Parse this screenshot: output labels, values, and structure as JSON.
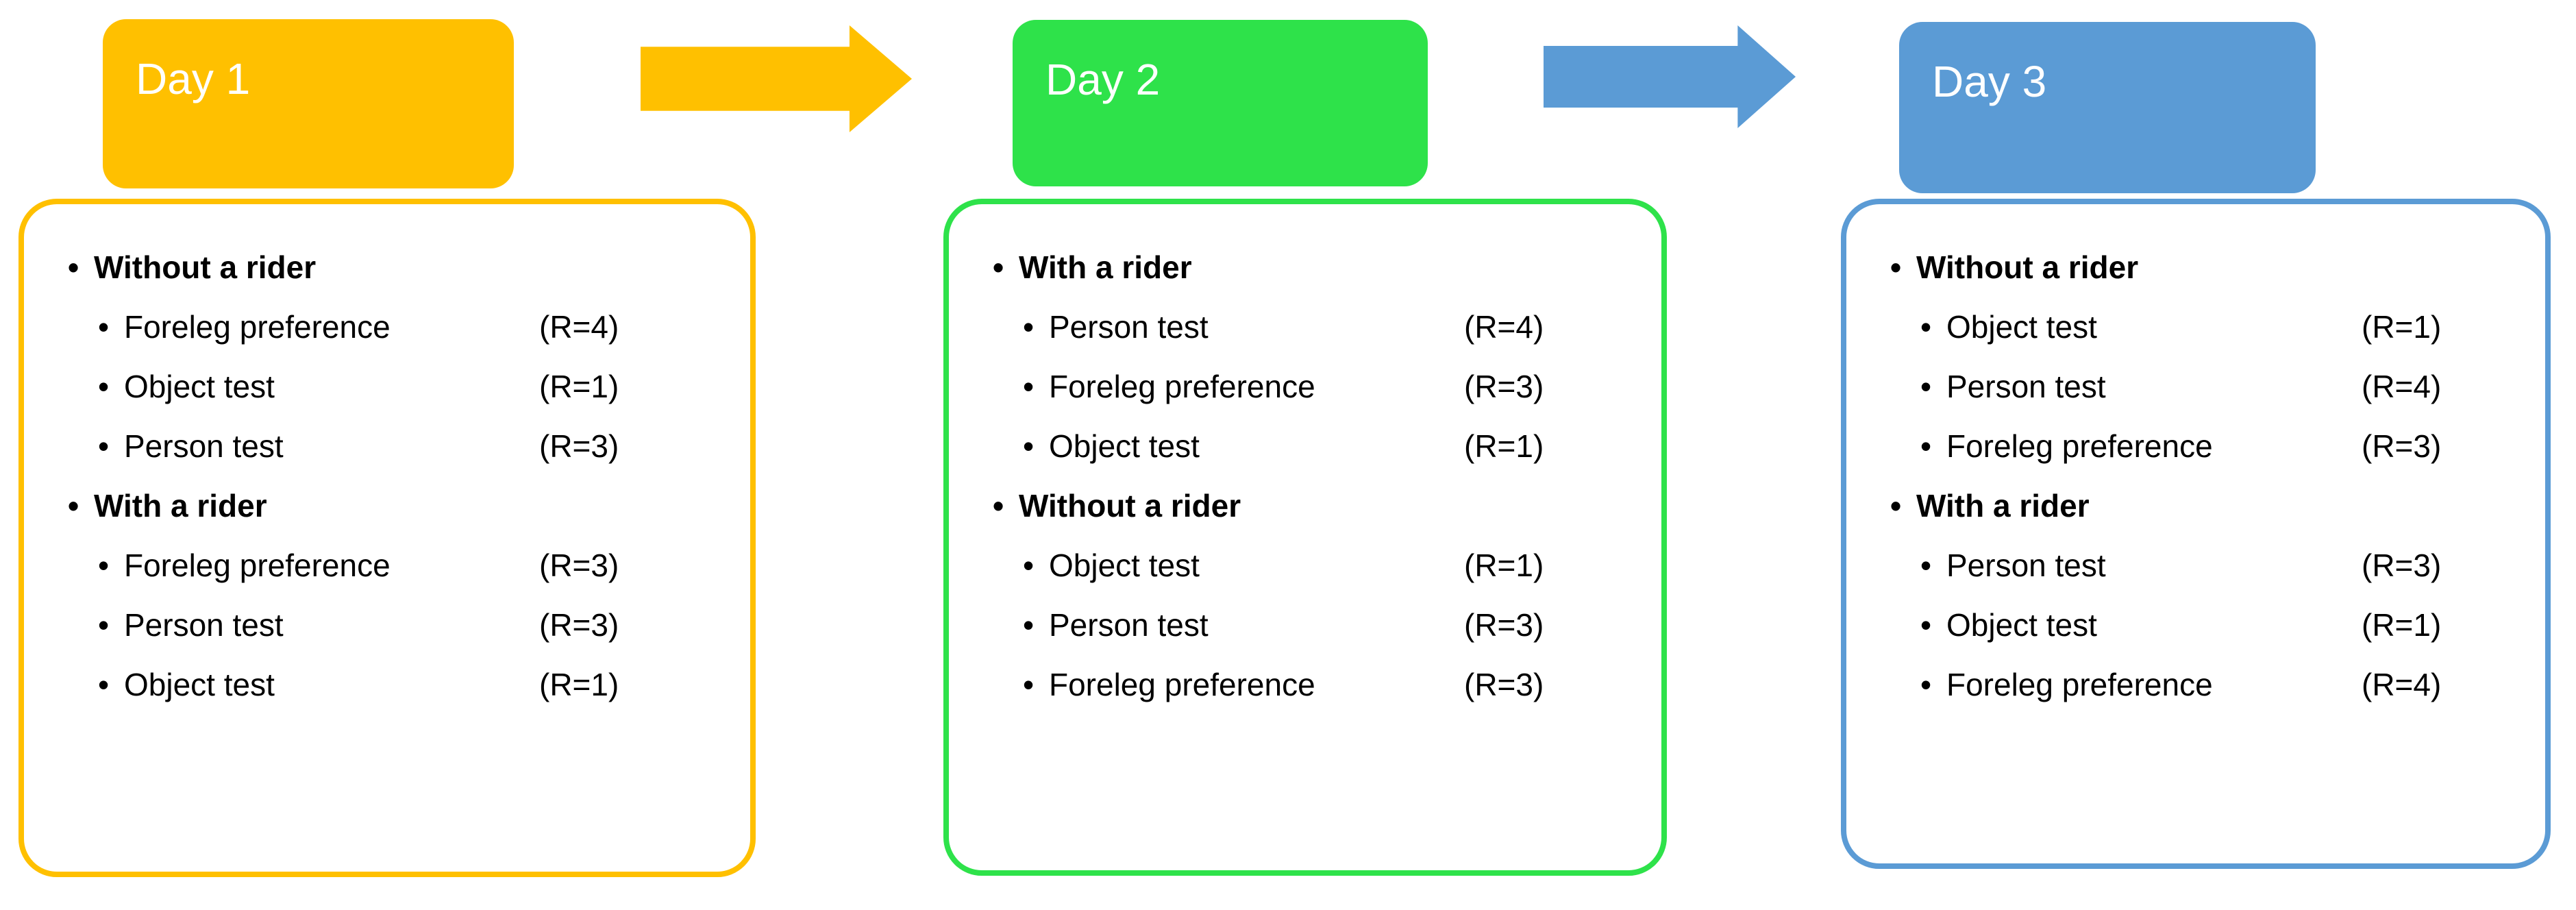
{
  "bullet": "•",
  "days": [
    {
      "label": "Day 1",
      "color": "#FFC000",
      "groups": [
        {
          "heading": "Without a rider",
          "items": [
            {
              "label": "Foreleg preference",
              "rank": "(R=4)"
            },
            {
              "label": "Object test",
              "rank": "(R=1)"
            },
            {
              "label": "Person test",
              "rank": "(R=3)"
            }
          ]
        },
        {
          "heading": "With a rider",
          "items": [
            {
              "label": "Foreleg preference",
              "rank": "(R=3)"
            },
            {
              "label": "Person test",
              "rank": "(R=3)"
            },
            {
              "label": "Object test",
              "rank": "(R=1)"
            }
          ]
        }
      ]
    },
    {
      "label": "Day 2",
      "color": "#2EE24A",
      "groups": [
        {
          "heading": "With a rider",
          "items": [
            {
              "label": "Person test",
              "rank": "(R=4)"
            },
            {
              "label": "Foreleg preference",
              "rank": "(R=3)"
            },
            {
              "label": "Object test",
              "rank": "(R=1)"
            }
          ]
        },
        {
          "heading": "Without a rider",
          "items": [
            {
              "label": "Object test",
              "rank": "(R=1)"
            },
            {
              "label": "Person test",
              "rank": "(R=3)"
            },
            {
              "label": "Foreleg preference",
              "rank": "(R=3)"
            }
          ]
        }
      ]
    },
    {
      "label": "Day 3",
      "color": "#5B9BD5",
      "groups": [
        {
          "heading": "Without a rider",
          "items": [
            {
              "label": "Object test",
              "rank": "(R=1)"
            },
            {
              "label": "Person test",
              "rank": "(R=4)"
            },
            {
              "label": "Foreleg preference",
              "rank": "(R=3)"
            }
          ]
        },
        {
          "heading": "With a rider",
          "items": [
            {
              "label": "Person test",
              "rank": "(R=3)"
            },
            {
              "label": "Object test",
              "rank": "(R=1)"
            },
            {
              "label": "Foreleg preference",
              "rank": "(R=4)"
            }
          ]
        }
      ]
    }
  ],
  "arrows": [
    {
      "name": "arrow-day1-day2",
      "color": "#FFC000"
    },
    {
      "name": "arrow-day2-day3",
      "color": "#5B9BD5"
    }
  ]
}
